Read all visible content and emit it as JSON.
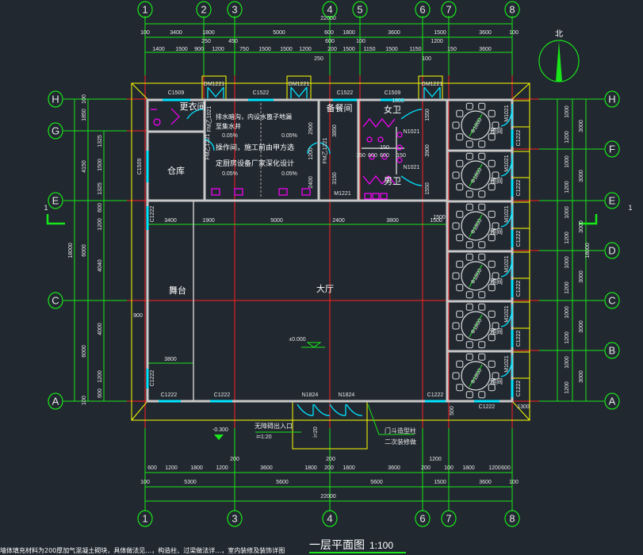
{
  "title": {
    "text": "一层平面图",
    "scale": "1:100"
  },
  "note": "墙体填充材料为200厚加气混凝土砌块，具体做法见…，构造柱、过梁做法详…，室内装修及装饰详图",
  "north_label": "北",
  "axes": {
    "top": [
      "1",
      "2",
      "3",
      "4",
      "5",
      "6",
      "7",
      "8"
    ],
    "bottom": [
      "1",
      "3",
      "4",
      "6",
      "7",
      "8"
    ],
    "left": [
      "H",
      "G",
      "E",
      "C",
      "A"
    ],
    "right": [
      "H",
      "F",
      "E",
      "D",
      "C",
      "B",
      "A"
    ]
  },
  "section_mark": "1",
  "dims": {
    "top_total": "22000",
    "top_row1": [
      "100",
      "3400",
      "1800",
      "5000",
      "600",
      "1800",
      "3600",
      "1500",
      "3600",
      "100"
    ],
    "top_row2": [
      "250",
      "450",
      "600",
      "100",
      "1200"
    ],
    "top_row3": [
      "1400",
      "1500",
      "900",
      "1200",
      "750",
      "1500",
      "1500",
      "1200",
      "200",
      "1500",
      "1150",
      "1500",
      "1150",
      "150",
      "3600",
      "250",
      "100"
    ],
    "bottom_row1": [
      "600",
      "1200",
      "1800",
      "1200",
      "200",
      "3600",
      "1800",
      "200",
      "1800",
      "3600",
      "200",
      "1200",
      "100",
      "1800",
      "1200",
      "600",
      "200"
    ],
    "bottom_row2": [
      "100",
      "5300",
      "5600",
      "5600",
      "1500",
      "3600",
      "100"
    ],
    "bottom_total": "22000",
    "left_outer": "18000",
    "left_mid": [
      "100",
      "1850",
      "4150",
      "6000",
      "6000",
      "100"
    ],
    "left_inner": [
      "1325",
      "1500",
      "1325",
      "600",
      "1200",
      "4040",
      "4000",
      "1200",
      "600"
    ],
    "right_total": "18000",
    "right_inner": [
      "1000",
      "1200",
      "1000",
      "1200",
      "1000",
      "1200",
      "1000",
      "1200",
      "1000",
      "1200",
      "1000",
      "1200"
    ],
    "right_mid": [
      "3000",
      "3000",
      "3000",
      "3000",
      "3000",
      "3000"
    ],
    "hall": [
      "3400",
      "1900",
      "5000",
      "2400",
      "3800",
      "1500"
    ],
    "stage_width": "3800",
    "interior": [
      "2900",
      "1200",
      "2400",
      "3850",
      "3150",
      "1550",
      "3900",
      "1550",
      "1800",
      "150",
      "600",
      "600",
      "150",
      "150",
      "0.05%",
      "0.05%",
      "0.05%",
      "0.05%",
      "1500",
      "900",
      "500",
      "1300"
    ]
  },
  "rooms": {
    "changing": "更衣间",
    "storage": "仓库",
    "prep": "备餐间",
    "female_wc": "女卫",
    "male_wc": "男卫",
    "stage": "舞台",
    "hall": "大厅",
    "private_room": "雅间"
  },
  "kitchen_notes": [
    "排水暗沟，内设水篦子地漏",
    "至集水井",
    "操作间，施工前由甲方选",
    "定厨房设备厂家深化设计"
  ],
  "openings": {
    "windows_top": [
      "C1509",
      "C1522",
      "C1522",
      "C1509"
    ],
    "doors_top": [
      "DM1221",
      "DM1221",
      "DM1221"
    ],
    "windows_bottom": [
      "C1222",
      "C1222",
      "C1222",
      "C1222"
    ],
    "doors_bottom": [
      "N1824",
      "N1824"
    ],
    "left_windows": [
      "C1222",
      "C1222",
      "C1509"
    ],
    "inner_doors": [
      "FM乙1021",
      "FM乙1221",
      "FM乙1221",
      "M1221",
      "N1021",
      "N1021"
    ],
    "private_door": "M1021",
    "private_window": "C1222",
    "table": "Φ1800"
  },
  "levels": {
    "hall": "±0.000",
    "outside": "-0.300"
  },
  "ramp": {
    "label": "无障碍出入口",
    "slope": "i=1:20",
    "arrow": "i=20"
  },
  "canopy_note": [
    "门斗造型柱",
    "二次装修做"
  ]
}
